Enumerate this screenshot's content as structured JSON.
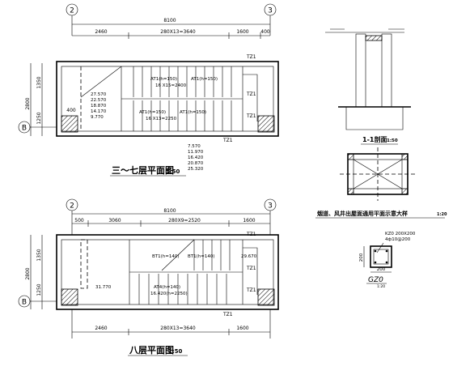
{
  "plan_upper": {
    "title": "三～七层平面图",
    "scale": "1:50",
    "axis_left": "2",
    "axis_right": "3",
    "axis_row": "B",
    "dim_total": "8100",
    "dim_seg1": "2460",
    "dim_seg2": "280X13=3640",
    "dim_seg3": "1600",
    "dim_seg4": "400",
    "dim_v1": "1350",
    "dim_v2": "2800",
    "dim_v3": "1250",
    "dim_v4": "400",
    "stair_upper_a": "AT1(h=150)",
    "stair_upper_b": "AT1(h=150)",
    "stair_upper_c": "16 X15=2400",
    "stair_lower_a": "AT1(h=150)",
    "stair_lower_b": "AT1(h=150)",
    "stair_lower_c": "16 X13=2250",
    "levels_left": [
      "27.570",
      "22.570",
      "18.870",
      "14.170",
      "9.770"
    ],
    "levels_below": [
      "7.570",
      "11.970",
      "16.420",
      "20.870",
      "25.320"
    ],
    "tz_labels": [
      "TZ1",
      "TZ1",
      "TZ1",
      "TZ1"
    ]
  },
  "plan_lower": {
    "title": "八层平面图",
    "scale": "1:50",
    "axis_left": "2",
    "axis_right": "3",
    "axis_row": "B",
    "dim_total": "8100",
    "dim_top1": "500",
    "dim_top2": "3060",
    "dim_top3": "280X9=2520",
    "dim_top4": "1600",
    "dim_bot1": "2460",
    "dim_bot2": "280X13=3640",
    "dim_bot3": "1600",
    "dim_v1": "1350",
    "dim_v2": "2800",
    "dim_v3": "1250",
    "stair_upper_a": "BT1(h=140)",
    "stair_upper_b": "BT1(h=140)",
    "stair_upper_c": "29.670",
    "stair_lower_a": "AT4(h=140)",
    "stair_lower_b": "16.420(h=2250)",
    "level_left": "31.770",
    "tz_labels": [
      "TZ1",
      "TZ1",
      "TZ1",
      "TZ1"
    ]
  },
  "section": {
    "title": "1-1剖面",
    "scale": "1:50"
  },
  "shaft": {
    "title": "烟道、风井出屋面通用平面示意大样",
    "scale": "1:20"
  },
  "column": {
    "tag": "GZ0",
    "scale": "1:20",
    "spec1": "KZ0 200X200",
    "spec2": "4ф10@200",
    "dim_w": "200",
    "dim_h": "200"
  }
}
